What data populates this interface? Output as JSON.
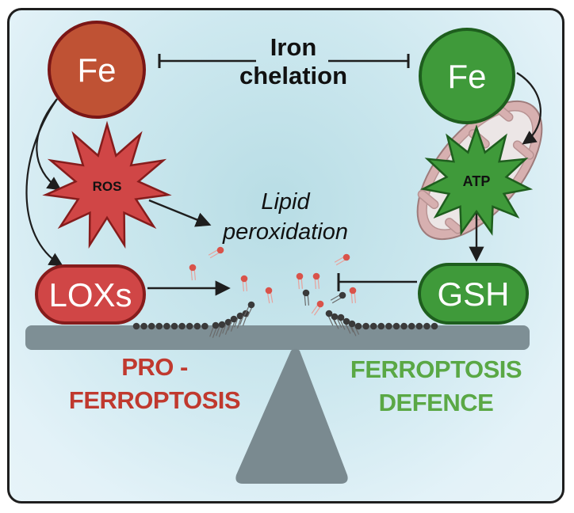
{
  "title": {
    "line1": "Iron",
    "line2": "chelation"
  },
  "center_label": {
    "line1": "Lipid",
    "line2": "peroxidation"
  },
  "left_side": {
    "fe_node": "Fe",
    "ros_node": "ROS",
    "loxs_node": "LOXs",
    "label_line1": "PRO -",
    "label_line2": "FERROPTOSIS",
    "color": "#c0392e"
  },
  "right_side": {
    "fe_node": "Fe",
    "atp_node": "ATP",
    "gsh_node": "GSH",
    "label_line1": "FERROPTOSIS",
    "label_line2": "DEFENCE",
    "color": "#5aa845"
  },
  "colors": {
    "fe_left_fill": "#bf5234",
    "fe_left_stroke": "#7a1616",
    "red_fill": "#d04646",
    "red_stroke": "#861c1c",
    "green_fill": "#3f9a3a",
    "green_stroke": "#1e5e1e",
    "mito_fill": "#d7b0b0",
    "mito_inner": "#ece6e6",
    "beam": "#7e8f95",
    "lipid_head_dark": "#3a3a3a",
    "lipid_head_red": "#d9534a"
  }
}
